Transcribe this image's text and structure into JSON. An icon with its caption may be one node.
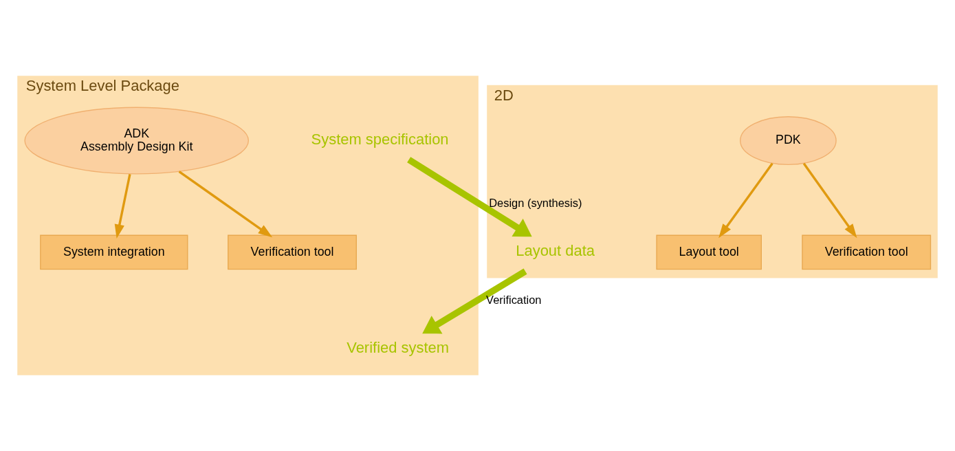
{
  "diagram": {
    "nodes": [
      {
        "text": [
          "System Level Package"
        ]
      },
      {
        "text": [
          "System specification"
        ],
        "in": 0
      },
      {
        "text": [
          "ADK",
          "Assembly Design Kit"
        ],
        "in": 0
      },
      {
        "text": [
          "System integration"
        ],
        "in": 0
      },
      {
        "text": [
          "Verification tool"
        ],
        "in": 0
      },
      {
        "text": [
          "Verified system"
        ],
        "in": 0
      },
      {
        "text": [
          "2D"
        ]
      },
      {
        "text": [
          "PDK"
        ],
        "in": 6
      },
      {
        "text": [
          "Layout tool"
        ],
        "in": 6
      },
      {
        "text": [
          "Verification tool"
        ],
        "in": 6
      },
      {
        "text": [
          "Layout data"
        ],
        "in": 6
      }
    ],
    "edges": [
      {
        "from": 1,
        "to": 10,
        "arrow": "to",
        "label": "Design (synthesis)",
        "style": "thick",
        "color": "#a8c400"
      },
      {
        "from": 10,
        "to": 5,
        "arrow": "to",
        "label": "Verification",
        "style": "thick",
        "color": "#a8c400"
      },
      {
        "from": 2,
        "to": 3,
        "arrow": "to"
      },
      {
        "from": 2,
        "to": 4,
        "arrow": "to"
      },
      {
        "from": 7,
        "to": 8,
        "arrow": "to"
      },
      {
        "from": 7,
        "to": 9,
        "arrow": "to"
      }
    ]
  }
}
